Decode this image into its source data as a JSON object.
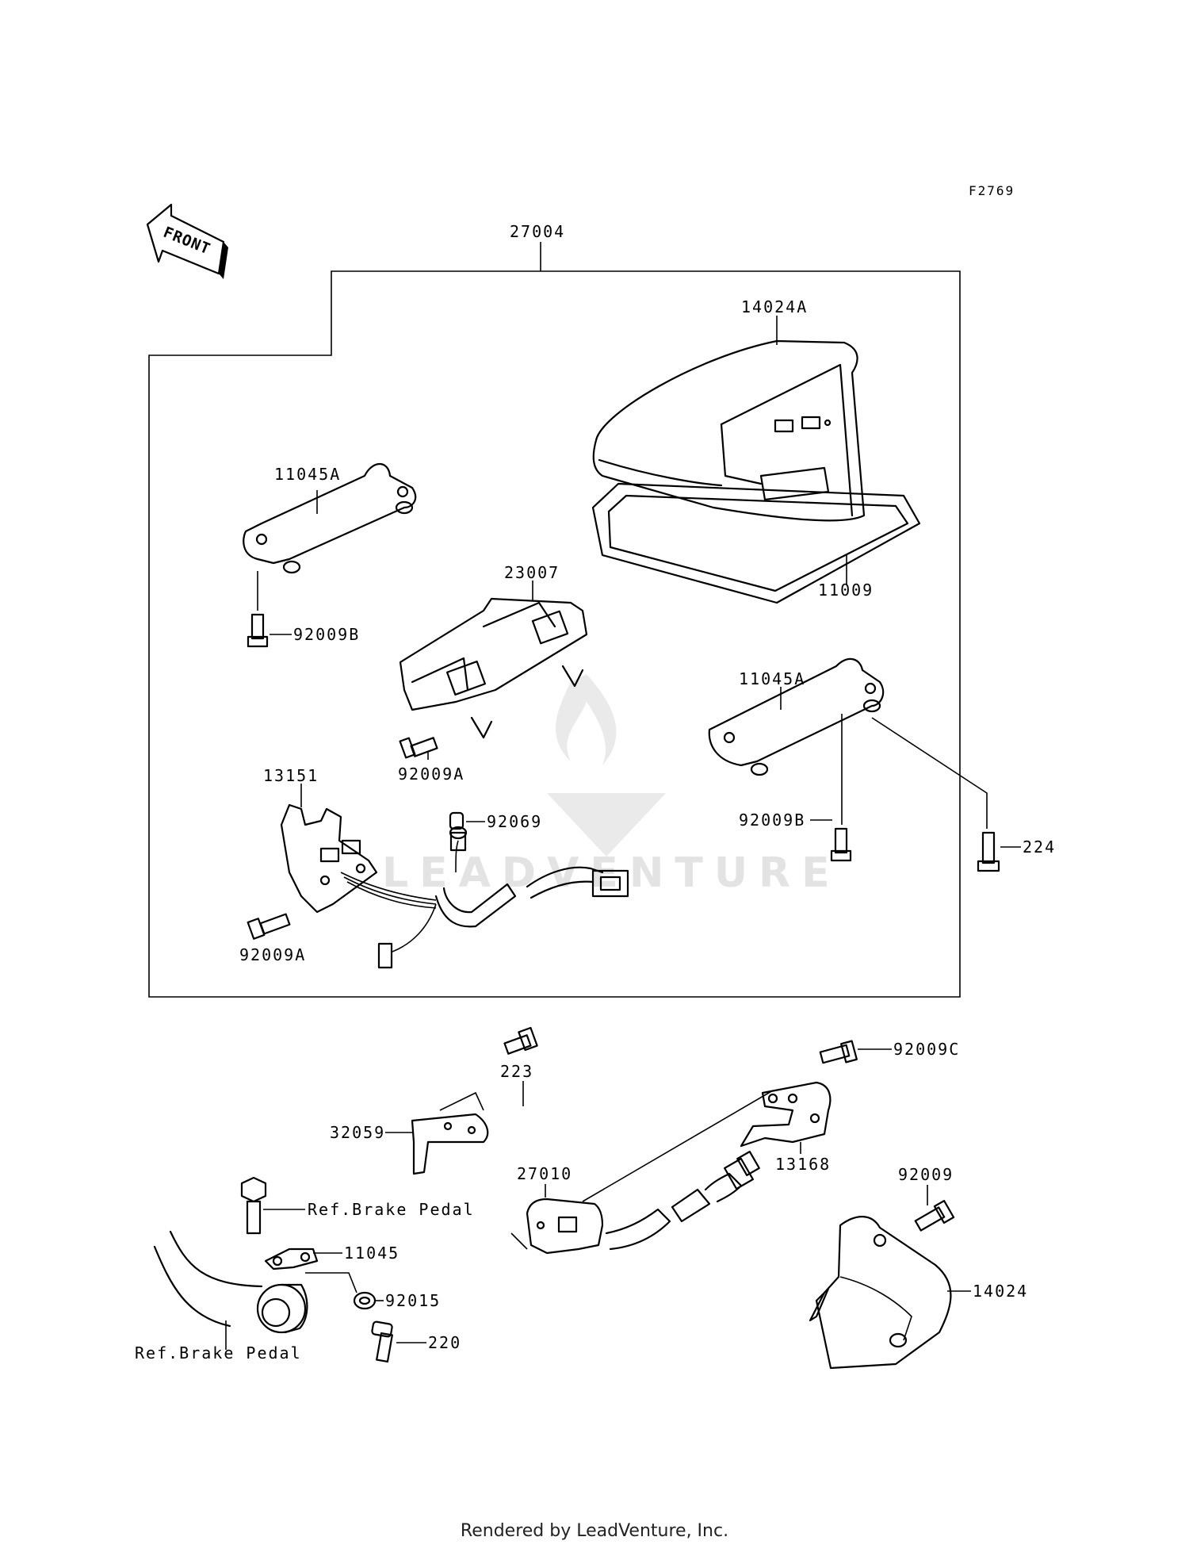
{
  "diagram_id": "F2769",
  "front_label": "FRONT",
  "watermark_text": "LEADVENTURE",
  "footer": "Rendered by LeadVenture, Inc.",
  "labels": {
    "p27004": "27004",
    "p14024A": "14024A",
    "p11045A_left": "11045A",
    "p11045A_right": "11045A",
    "p11009": "11009",
    "p23007": "23007",
    "p92009B_left": "92009B",
    "p92009B_right": "92009B",
    "p92009A_mid": "92009A",
    "p92009A_low": "92009A",
    "p13151": "13151",
    "p92069": "92069",
    "p224": "224",
    "p223": "223",
    "p92009C": "92009C",
    "p32059": "32059",
    "p13168": "13168",
    "p27010": "27010",
    "p92009": "92009",
    "p14024": "14024",
    "ref_brake_upper": "Ref.Brake Pedal",
    "ref_brake_lower": "Ref.Brake Pedal",
    "p11045": "11045",
    "p92015": "92015",
    "p220": "220"
  }
}
